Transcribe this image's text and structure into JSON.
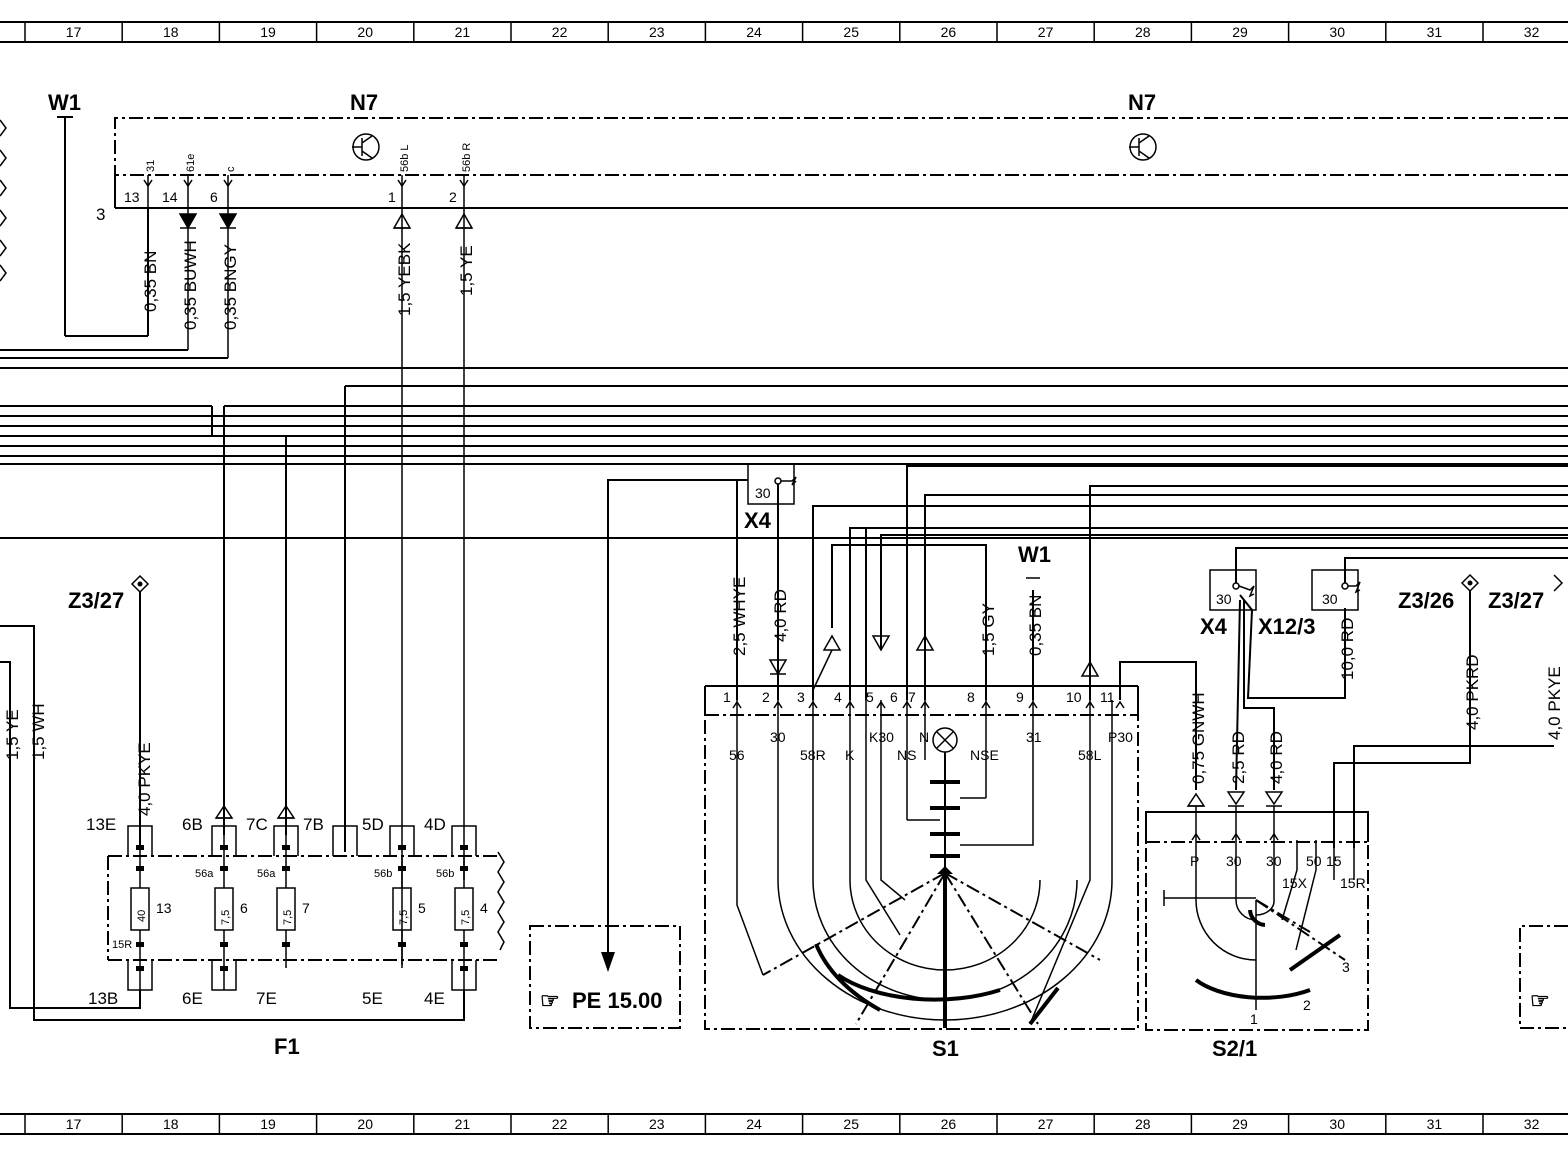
{
  "ruler": {
    "columns": [
      "17",
      "18",
      "19",
      "20",
      "21",
      "22",
      "23",
      "24",
      "25",
      "26",
      "27",
      "28",
      "29",
      "30",
      "31",
      "32"
    ]
  },
  "components": {
    "w1_top": "W1",
    "n7_left": "N7",
    "n7_right": "N7",
    "w1_right": "W1",
    "x4_a": "X4",
    "x4_b": "X4",
    "x12_3": "X12/3",
    "z3_27_left": "Z3/27",
    "z3_26": "Z3/26",
    "z3_27_right": "Z3/27",
    "f1": "F1",
    "s1": "S1",
    "s2_1": "S2/1",
    "pe_ref": "PE 15.00",
    "harness_num": "3"
  },
  "n7_pins": [
    {
      "num": "13",
      "name": "31",
      "wire": "0,35 BN"
    },
    {
      "num": "14",
      "name": "61e",
      "wire": "0,35 BUWH"
    },
    {
      "num": "6",
      "name": "c",
      "wire": "0,35 BNGY"
    },
    {
      "num": "1",
      "name": "56b L",
      "wire": "1,5 YEBK"
    },
    {
      "num": "2",
      "name": "56b R",
      "wire": "1,5 YE"
    }
  ],
  "left_wires": [
    "1,5 YE",
    "1,5 WH"
  ],
  "f1": {
    "top_labels": [
      "13E",
      "6B",
      "7C",
      "7B",
      "5D",
      "4D"
    ],
    "bottom_labels": [
      "13B",
      "6E",
      "7E",
      "5E",
      "4E"
    ],
    "fuse_values": [
      "40",
      "7,5",
      "7,5",
      "7,5",
      "7,5"
    ],
    "fuse_numbers": [
      "13",
      "6",
      "7",
      "5",
      "4"
    ],
    "inner_labels": [
      "56a",
      "56a",
      "56b",
      "56b",
      "15R"
    ],
    "feed_wire": "4,0 PKYE"
  },
  "s1": {
    "pin_numbers": [
      "1",
      "2",
      "3",
      "4",
      "5",
      "6",
      "7",
      "8",
      "9",
      "10",
      "11"
    ],
    "pin_names": [
      "56",
      "30",
      "58R",
      "K",
      "K30",
      "NS",
      "N",
      "NSE",
      "31",
      "58L",
      "P30"
    ],
    "wires": [
      "2,5 WHYE",
      "4,0 RD",
      "1,5 GY",
      "0,35 BN"
    ],
    "x4_terminal": "30"
  },
  "s2_1": {
    "pin_names": [
      "P",
      "30",
      "30",
      "15X",
      "50",
      "15",
      "15R"
    ],
    "positions": [
      "1",
      "2",
      "3"
    ],
    "wires": [
      "0,75 GNWH",
      "2,5 RD",
      "4,0 RD",
      "10,0 RD",
      "4,0 PKRD",
      "4,0 PKYE"
    ],
    "x4_terminal": "30",
    "x12_terminal": "30"
  }
}
